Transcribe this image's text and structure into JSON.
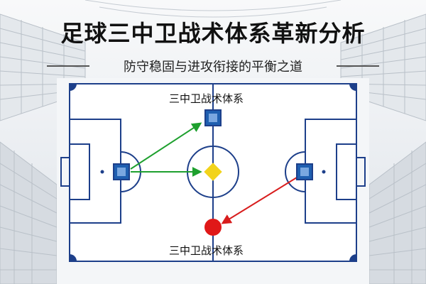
{
  "header": {
    "title": "足球三中卫战术体系革新分析",
    "subtitle": "防守稳固与进攻衔接的平衡之道"
  },
  "pitch": {
    "label_top": "三中卫战术体系",
    "label_bottom": "三中卫战术体系",
    "colors": {
      "lines": "#1d3f8a",
      "player_square": "#1f5fb0",
      "diamond": "#f2d31b",
      "ball": "#e01818",
      "arrow_green": "#1ea02e",
      "arrow_red": "#d81d1d"
    }
  }
}
